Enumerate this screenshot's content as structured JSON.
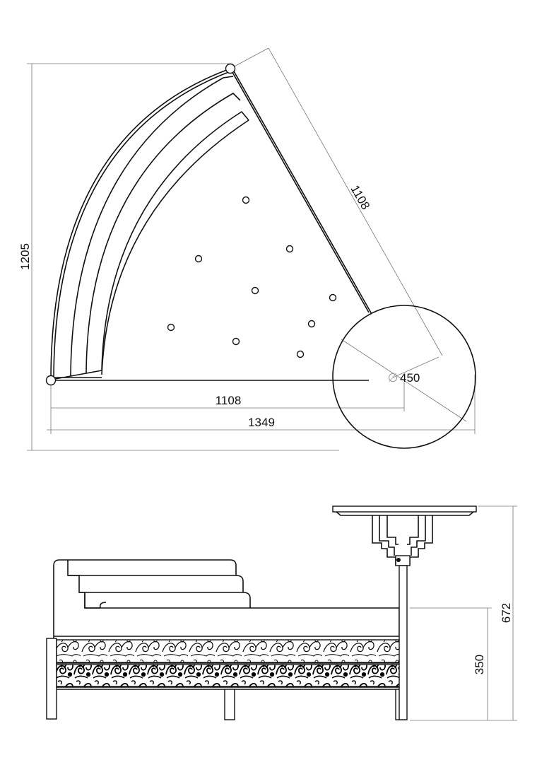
{
  "dimensions": {
    "top_view": {
      "height": "1205",
      "diagonal_length": "1108",
      "bottom_length": "1108",
      "overall_width": "1349",
      "table_diameter_symbol": "∅",
      "table_diameter": "450"
    },
    "side_view": {
      "table_height": "672",
      "seat_height": "350"
    }
  }
}
